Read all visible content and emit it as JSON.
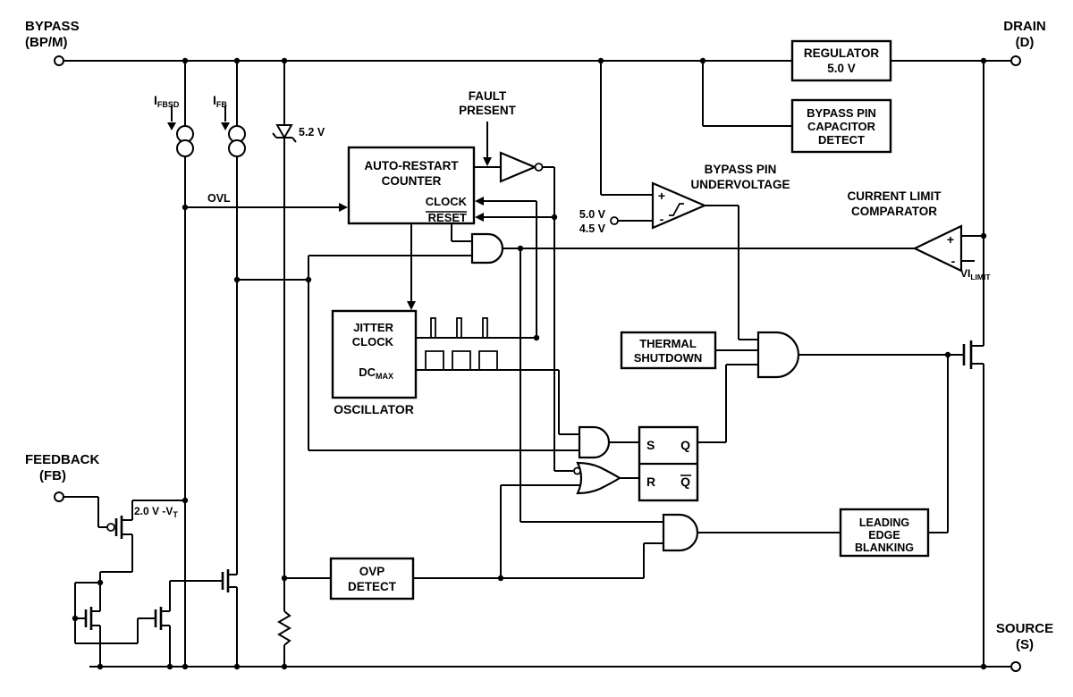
{
  "diagram": {
    "colors": {
      "line": "#000000",
      "background": "#ffffff"
    },
    "pins": {
      "bypass": {
        "name": "BYPASS",
        "designator": "(BP/M)"
      },
      "drain": {
        "name": "DRAIN",
        "designator": "(D)"
      },
      "feedback": {
        "name": "FEEDBACK",
        "designator": "(FB)"
      },
      "source": {
        "name": "SOURCE",
        "designator": "(S)"
      }
    },
    "blocks": {
      "regulator": {
        "line1": "REGULATOR",
        "line2": "5.0 V"
      },
      "capacitor_detect": {
        "line1": "BYPASS PIN",
        "line2": "CAPACITOR",
        "line3": "DETECT"
      },
      "auto_restart_counter": {
        "line1": "AUTO-RESTART",
        "line2": "COUNTER",
        "clock": "CLOCK",
        "reset": "RESET"
      },
      "oscillator": {
        "jitter": "JITTER",
        "clock": "CLOCK",
        "dc": "DC",
        "dc_sub": "MAX",
        "caption": "OSCILLATOR"
      },
      "thermal_shutdown": {
        "line1": "THERMAL",
        "line2": "SHUTDOWN"
      },
      "latch": {
        "s": "S",
        "q": "Q",
        "r": "R",
        "qbar": "Q"
      },
      "leading_edge_blanking": {
        "line1": "LEADING",
        "line2": "EDGE",
        "line3": "BLANKING"
      },
      "ovp_detect": {
        "line1": "OVP",
        "line2": "DETECT"
      }
    },
    "comparators": {
      "bypass_undervoltage": {
        "line1": "BYPASS PIN",
        "line2": "UNDERVOLTAGE",
        "plus": "+",
        "minus": "-",
        "ref_high": "5.0 V",
        "ref_low": "4.5 V"
      },
      "current_limit": {
        "line1": "CURRENT LIMIT",
        "line2": "COMPARATOR",
        "plus": "+",
        "minus": "-",
        "ref_base": "VI",
        "ref_sub": "LIMIT"
      }
    },
    "signals": {
      "fault_line1": "FAULT",
      "fault_line2": "PRESENT",
      "ovl": "OVL",
      "zener": "5.2 V",
      "ifbsd_base": "I",
      "ifbsd_sub": "FBSD",
      "ifb_base": "I",
      "ifb_sub": "FB",
      "fb_threshold_base": "2.0 V -V",
      "fb_threshold_sub": "T"
    }
  }
}
